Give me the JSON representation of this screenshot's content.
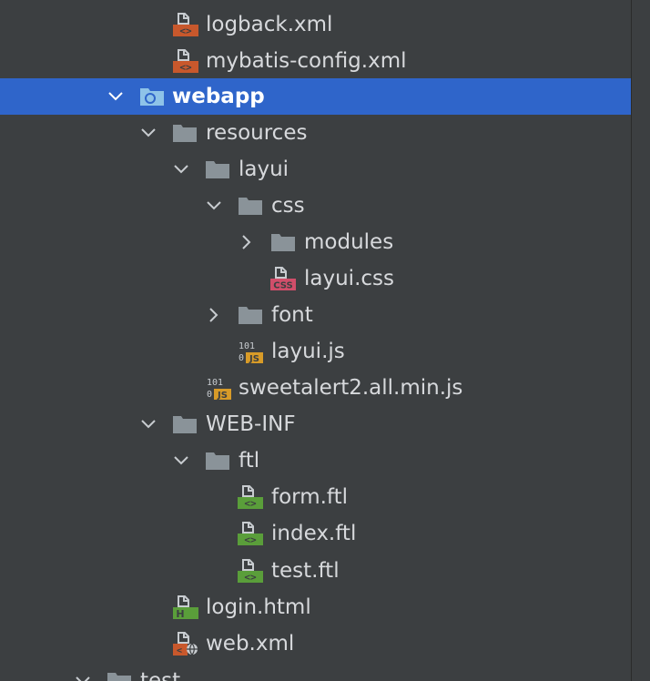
{
  "colors": {
    "panel_bg": "#3c3f41",
    "selection": "#2f65ca",
    "text": "#d7d9dc",
    "folder": "#8a9399",
    "xml_badge": "#c8582c",
    "css_badge": "#d14e6a",
    "js_badge": "#d89b28",
    "ftl_badge": "#5a9e3a",
    "html_badge": "#5a9e3a"
  },
  "tree": {
    "rows": [
      {
        "label": "logback.xml",
        "icon": "xml-file-icon",
        "expanded": null
      },
      {
        "label": "mybatis-config.xml",
        "icon": "xml-file-icon",
        "expanded": null
      },
      {
        "label": "webapp",
        "icon": "web-folder-icon",
        "expanded": true,
        "selected": true
      },
      {
        "label": "resources",
        "icon": "folder-icon",
        "expanded": true
      },
      {
        "label": "layui",
        "icon": "folder-icon",
        "expanded": true
      },
      {
        "label": "css",
        "icon": "folder-icon",
        "expanded": true
      },
      {
        "label": "modules",
        "icon": "folder-icon",
        "expanded": false
      },
      {
        "label": "layui.css",
        "icon": "css-file-icon",
        "expanded": null
      },
      {
        "label": "font",
        "icon": "folder-icon",
        "expanded": false
      },
      {
        "label": "layui.js",
        "icon": "js-file-icon",
        "expanded": null
      },
      {
        "label": "sweetalert2.all.min.js",
        "icon": "js-file-icon",
        "expanded": null
      },
      {
        "label": "WEB-INF",
        "icon": "folder-icon",
        "expanded": true
      },
      {
        "label": "ftl",
        "icon": "folder-icon",
        "expanded": true
      },
      {
        "label": "form.ftl",
        "icon": "ftl-file-icon",
        "expanded": null
      },
      {
        "label": "index.ftl",
        "icon": "ftl-file-icon",
        "expanded": null
      },
      {
        "label": "test.ftl",
        "icon": "ftl-file-icon",
        "expanded": null
      },
      {
        "label": "login.html",
        "icon": "html-file-icon",
        "expanded": null
      },
      {
        "label": "web.xml",
        "icon": "web-xml-file-icon",
        "expanded": null
      },
      {
        "label": "test",
        "icon": "folder-icon",
        "expanded": true
      }
    ]
  }
}
